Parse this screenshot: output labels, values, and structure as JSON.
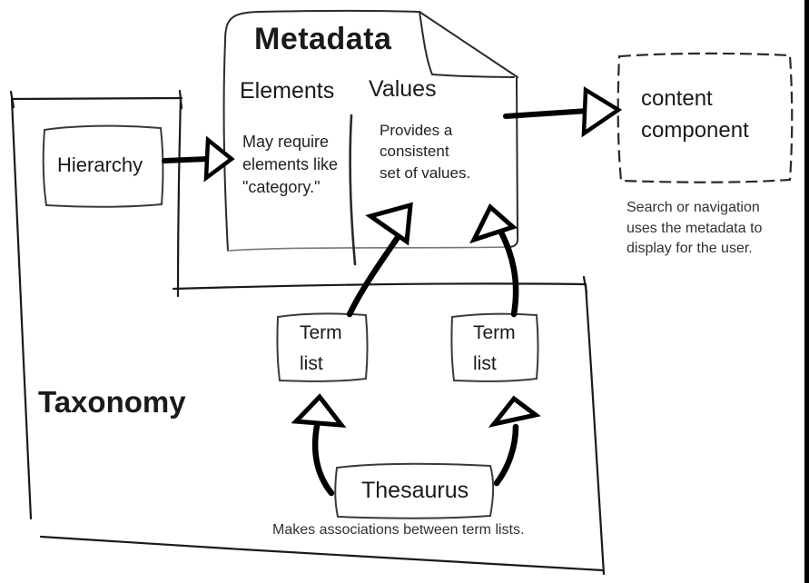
{
  "diagram": {
    "metadata": {
      "title": "Metadata",
      "elements_heading": "Elements",
      "elements_note": "May require\nelements like\n\"category.\"",
      "values_heading": "Values",
      "values_note": "Provides a\nconsistent\nset of values."
    },
    "hierarchy": {
      "label": "Hierarchy"
    },
    "taxonomy": {
      "label": "Taxonomy"
    },
    "term_list_left": {
      "label": "Term\nlist"
    },
    "term_list_right": {
      "label": "Term\nlist"
    },
    "thesaurus": {
      "label": "Thesaurus",
      "caption": "Makes associations between term lists."
    },
    "content_component": {
      "label": "content\ncomponent",
      "caption": "Search or navigation\nuses the metadata to\ndisplay for the user."
    },
    "colors": {
      "ink": "#1a1a1a",
      "arrow": "#000000",
      "outline": "#333333",
      "document_bottom": "#777777"
    }
  }
}
